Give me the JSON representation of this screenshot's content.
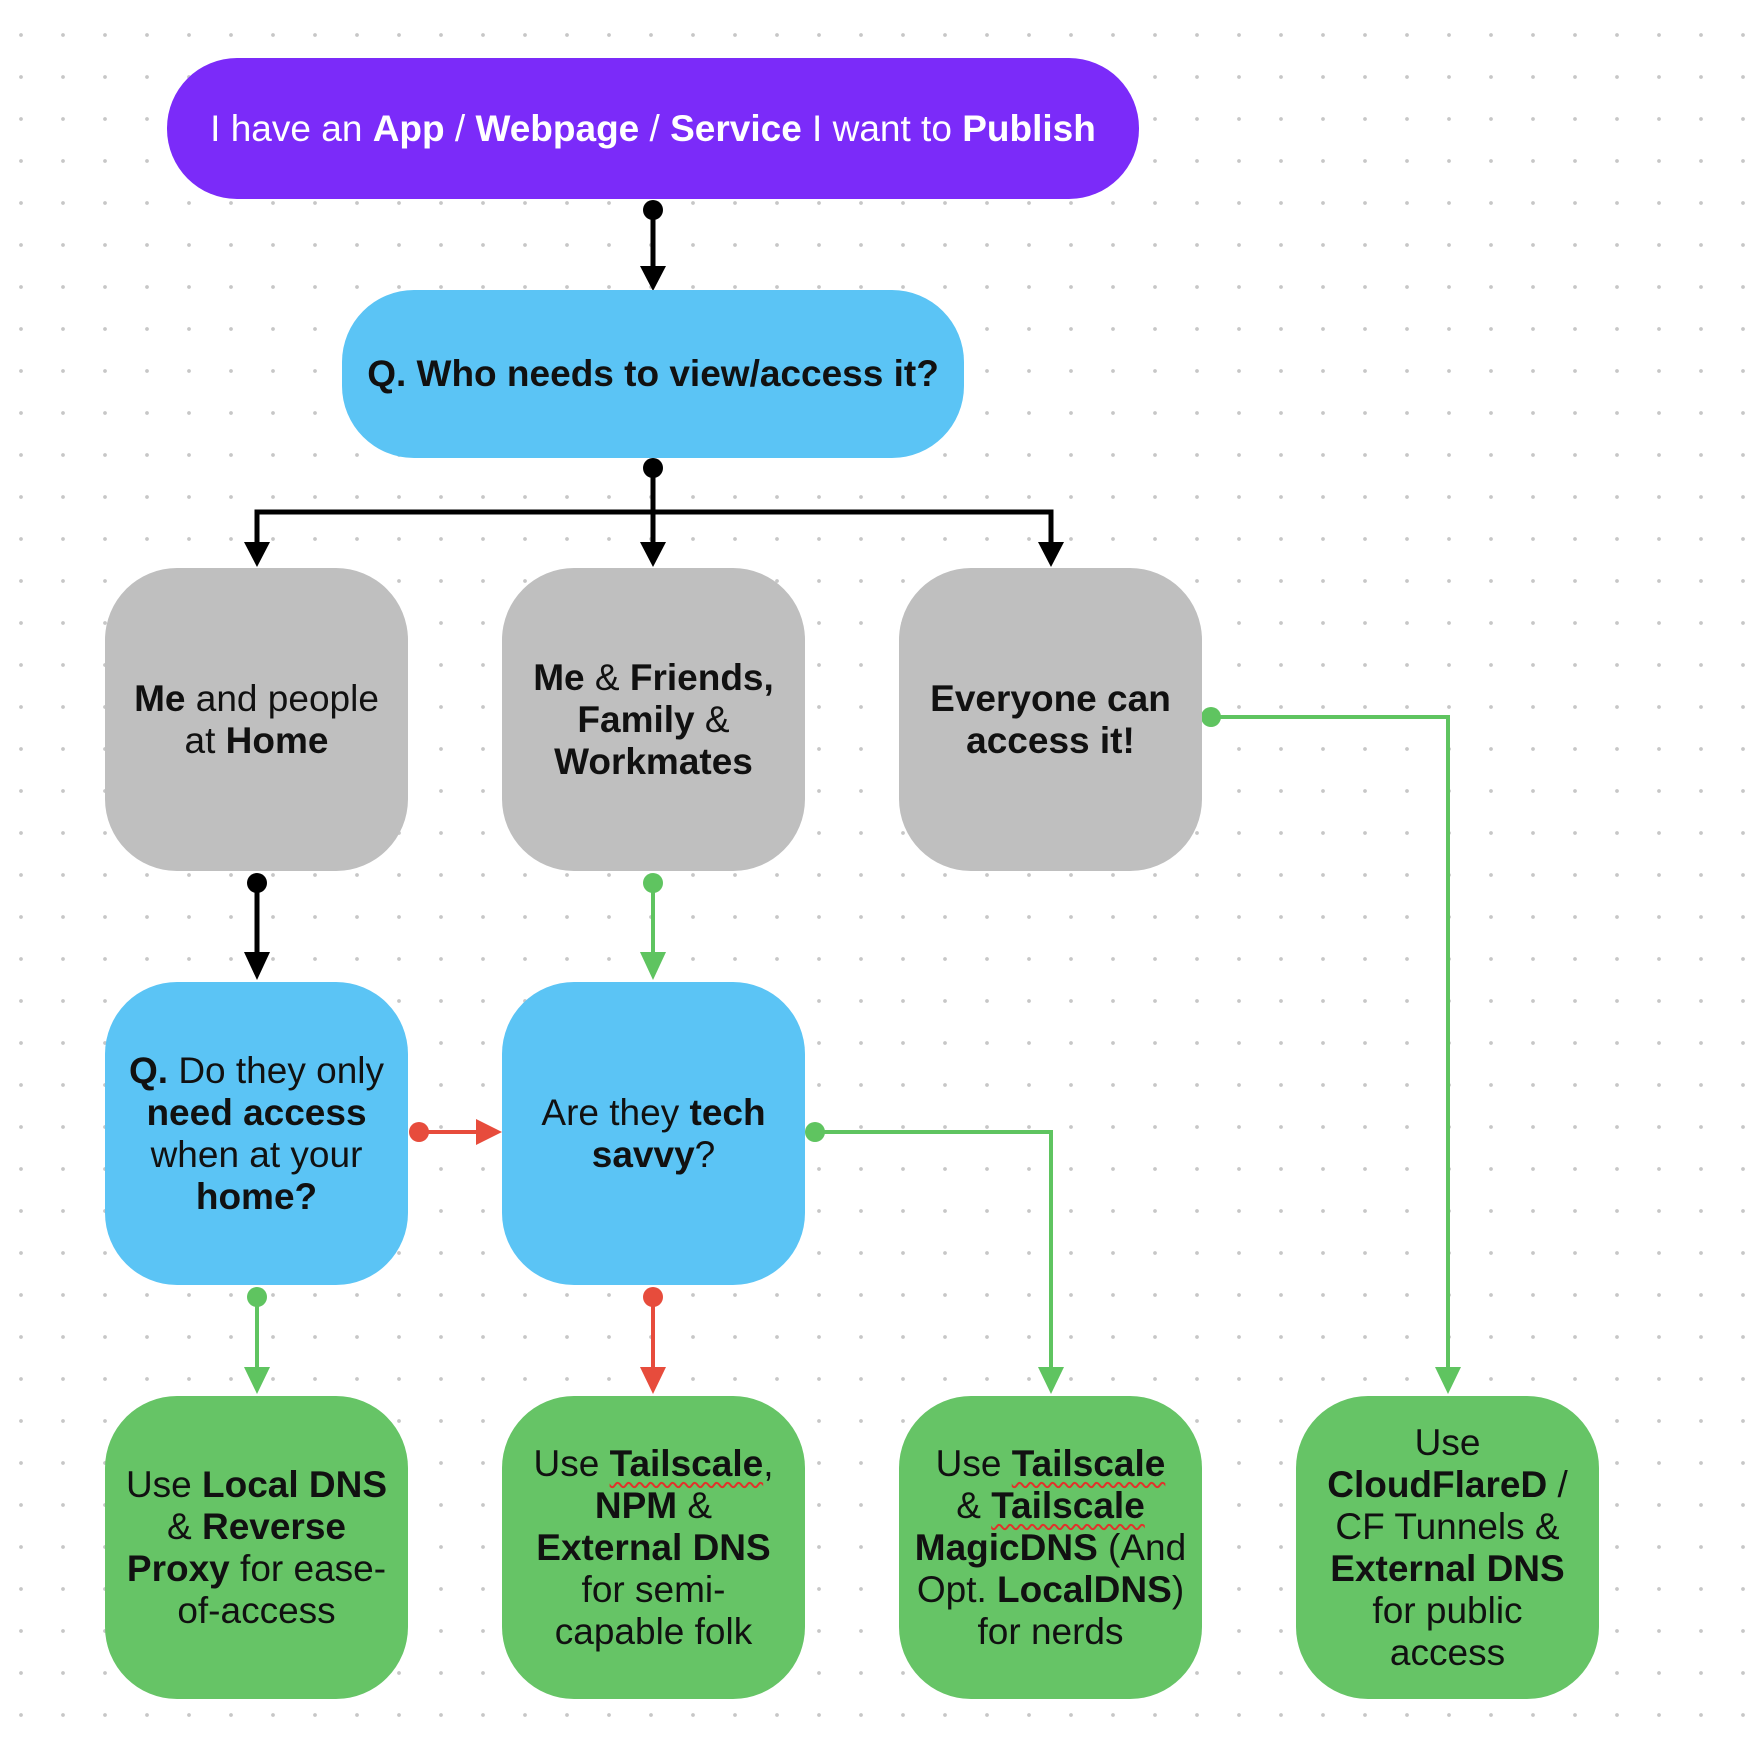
{
  "colors": {
    "start": "#7b2bf9",
    "question": "#5bc4f5",
    "audience": "#bfbfbf",
    "solution": "#66c466",
    "arrow_default": "#000000",
    "arrow_yes": "#5fc460",
    "arrow_no": "#e74c3c"
  },
  "nodes": {
    "start": [
      [
        {
          "t": "I have an ",
          "b": false
        },
        {
          "t": "App",
          "b": true
        },
        {
          "t": " / ",
          "b": false
        },
        {
          "t": "Webpage",
          "b": true
        },
        {
          "t": " / ",
          "b": false
        },
        {
          "t": "Service",
          "b": true
        },
        {
          "t": " I want to ",
          "b": false
        },
        {
          "t": "Publish",
          "b": true
        }
      ]
    ],
    "q_who": [
      [
        {
          "t": "Q. Who needs to view/access it?",
          "b": true
        }
      ]
    ],
    "home_people": [
      [
        {
          "t": "Me",
          "b": true
        },
        {
          "t": " and people",
          "b": false
        }
      ],
      [
        {
          "t": "at ",
          "b": false
        },
        {
          "t": "Home",
          "b": true
        }
      ]
    ],
    "friends": [
      [
        {
          "t": "Me",
          "b": true
        },
        {
          "t": " & ",
          "b": false
        },
        {
          "t": "Friends,",
          "b": true
        }
      ],
      [
        {
          "t": "Family",
          "b": true
        },
        {
          "t": " &",
          "b": false
        }
      ],
      [
        {
          "t": "Workmates",
          "b": true
        }
      ]
    ],
    "everyone": [
      [
        {
          "t": "Everyone can",
          "b": true
        }
      ],
      [
        {
          "t": "access it!",
          "b": true
        }
      ]
    ],
    "q_home": [
      [
        {
          "t": "Q.",
          "b": true
        },
        {
          "t": " Do they only",
          "b": false
        }
      ],
      [
        {
          "t": "need access",
          "b": true
        }
      ],
      [
        {
          "t": "when at your",
          "b": false
        }
      ],
      [
        {
          "t": "home?",
          "b": true
        }
      ]
    ],
    "q_tech": [
      [
        {
          "t": "Are they ",
          "b": false
        },
        {
          "t": "tech",
          "b": true
        }
      ],
      [
        {
          "t": "savvy",
          "b": true
        },
        {
          "t": "?",
          "b": false
        }
      ]
    ],
    "sol_local": [
      [
        {
          "t": "Use ",
          "b": false
        },
        {
          "t": "Local DNS",
          "b": true
        }
      ],
      [
        {
          "t": "& ",
          "b": false
        },
        {
          "t": "Reverse",
          "b": true
        }
      ],
      [
        {
          "t": "Proxy",
          "b": true
        },
        {
          "t": " for ease-",
          "b": false
        }
      ],
      [
        {
          "t": "of-access",
          "b": false
        }
      ]
    ],
    "sol_tailscale_npm": [
      [
        {
          "t": "Use ",
          "b": false
        },
        {
          "t": "Tailscale",
          "b": true,
          "s": true
        },
        {
          "t": ",",
          "b": false
        }
      ],
      [
        {
          "t": "NPM",
          "b": true
        },
        {
          "t": " &",
          "b": false
        }
      ],
      [
        {
          "t": "External DNS",
          "b": true
        }
      ],
      [
        {
          "t": "for semi-",
          "b": false
        }
      ],
      [
        {
          "t": "capable folk",
          "b": false
        }
      ]
    ],
    "sol_magicdns": [
      [
        {
          "t": "Use ",
          "b": false
        },
        {
          "t": "Tailscale",
          "b": true,
          "s": true
        }
      ],
      [
        {
          "t": "& ",
          "b": false
        },
        {
          "t": "Tailscale",
          "b": true,
          "s": true
        }
      ],
      [
        {
          "t": "MagicDNS",
          "b": true
        },
        {
          "t": " (And",
          "b": false
        }
      ],
      [
        {
          "t": "Opt. ",
          "b": false
        },
        {
          "t": "LocalDNS",
          "b": true
        },
        {
          "t": ")",
          "b": false
        }
      ],
      [
        {
          "t": "for nerds",
          "b": false
        }
      ]
    ],
    "sol_cloudflare": [
      [
        {
          "t": "Use",
          "b": false
        }
      ],
      [
        {
          "t": "CloudFlareD",
          "b": true
        },
        {
          "t": " /",
          "b": false
        }
      ],
      [
        {
          "t": "CF Tunnels &",
          "b": false
        }
      ],
      [
        {
          "t": "External DNS",
          "b": true
        }
      ],
      [
        {
          "t": "for public",
          "b": false
        }
      ],
      [
        {
          "t": "access",
          "b": false
        }
      ]
    ]
  }
}
